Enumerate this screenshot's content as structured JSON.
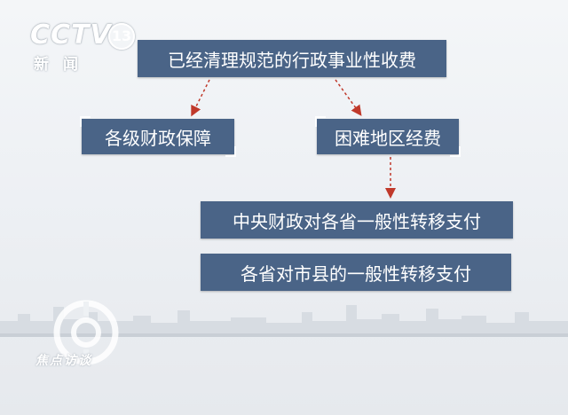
{
  "logo": {
    "brand": "CCTV",
    "channel": "13",
    "sub": "新闻"
  },
  "diagram": {
    "root": "已经清理规范的行政事业性收费",
    "left_child": "各级财政保障",
    "right_child": "困难地区经费",
    "transfer_central": "中央财政对各省一般性转移支付",
    "transfer_province": "各省对市县的一般性转移支付"
  },
  "program": {
    "name": "焦点访谈"
  },
  "colors": {
    "box": "#4a6487",
    "arrow": "#c0392b",
    "background": "#eef1f4"
  }
}
